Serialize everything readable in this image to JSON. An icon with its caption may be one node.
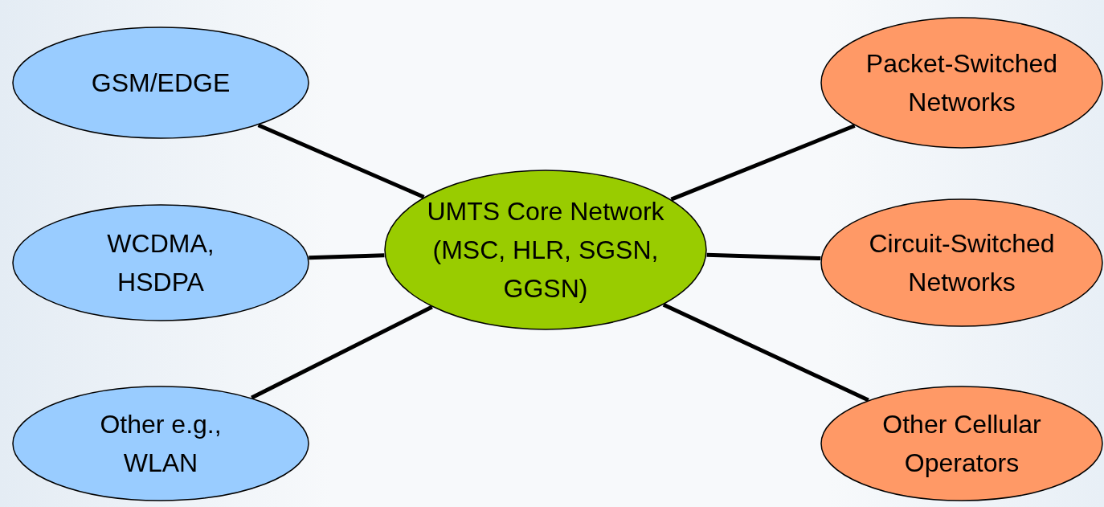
{
  "diagram": {
    "nodes": [
      {
        "text": [
          "GSM/EDGE"
        ]
      },
      {
        "text": [
          "WCDMA, HSDPA"
        ]
      },
      {
        "text": [
          "Other e.g., WLAN"
        ]
      },
      {
        "text": [
          "UMTS Core Network (MSC, HLR, SGSN, GGSN)"
        ]
      },
      {
        "text": [
          "Packet-Switched Networks"
        ]
      },
      {
        "text": [
          "Circuit-Switched Networks"
        ]
      },
      {
        "text": [
          "Other Cellular Operators"
        ]
      }
    ],
    "edges": [
      {
        "from": 0,
        "to": 3,
        "arrow": "none"
      },
      {
        "from": 1,
        "to": 3,
        "arrow": "none"
      },
      {
        "from": 2,
        "to": 3,
        "arrow": "none"
      },
      {
        "from": 3,
        "to": 4,
        "arrow": "none"
      },
      {
        "from": 3,
        "to": 5,
        "arrow": "none"
      },
      {
        "from": 3,
        "to": 6,
        "arrow": "none"
      }
    ]
  }
}
